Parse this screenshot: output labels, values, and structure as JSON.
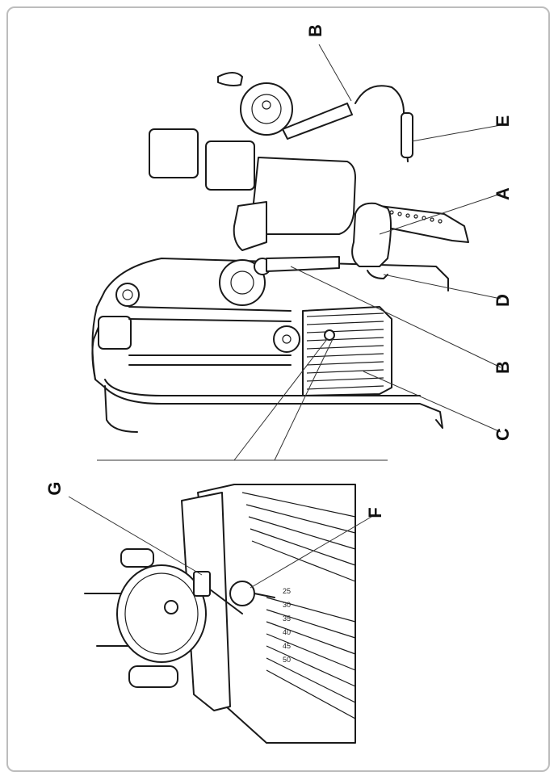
{
  "diagram": {
    "callouts": {
      "A": "A",
      "B_top": "B",
      "B_bottom": "B",
      "C": "C",
      "D": "D",
      "E": "E",
      "F": "F",
      "G": "G"
    },
    "weight_stack_numbers": [
      "25",
      "30",
      "35",
      "40",
      "45",
      "50"
    ]
  }
}
